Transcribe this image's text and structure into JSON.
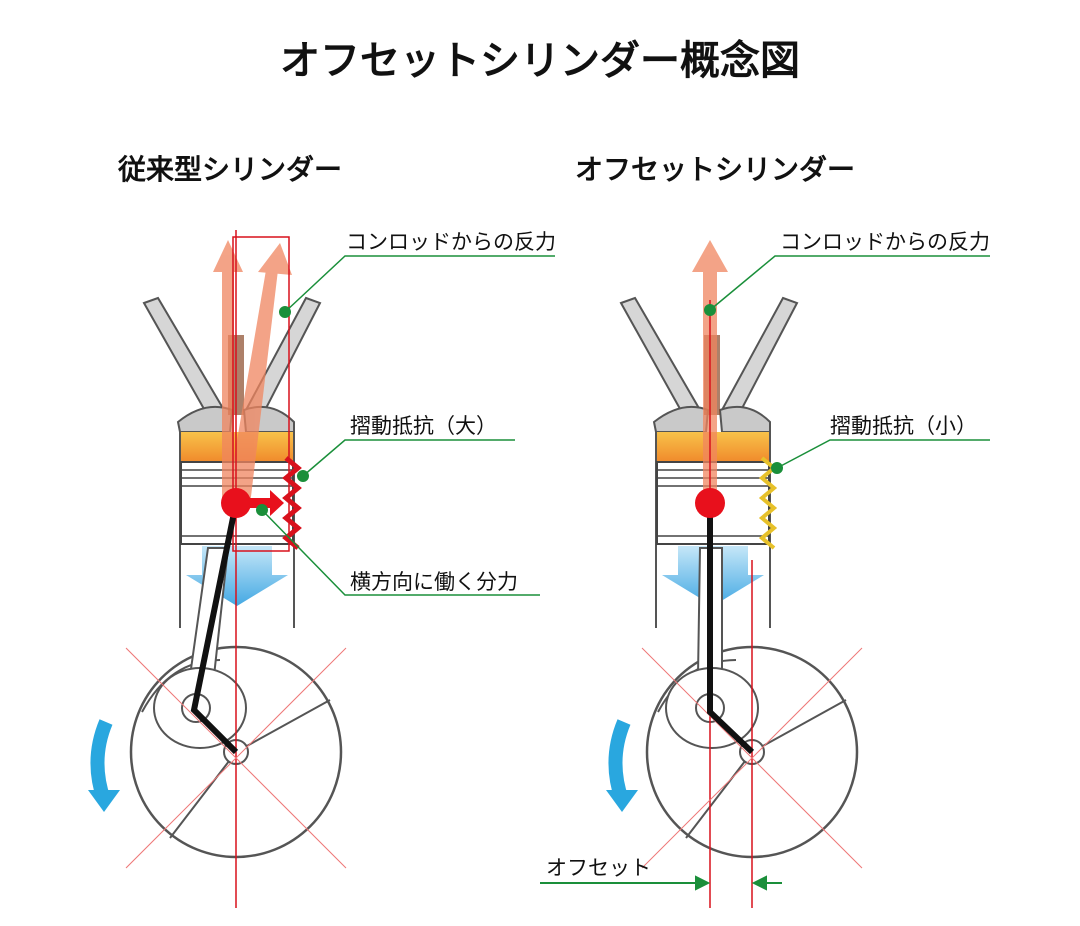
{
  "title": "オフセットシリンダー概念図",
  "left": {
    "heading": "従来型シリンダー",
    "label_force": "コンロッドからの反力",
    "label_friction": "摺動抵抗（大）",
    "label_side": "横方向に働く分力"
  },
  "right": {
    "heading": "オフセットシリンダー",
    "label_force": "コンロッドからの反力",
    "label_friction": "摺動抵抗（小）",
    "label_offset": "オフセット"
  },
  "colors": {
    "reaction_arrow": "#f0855f",
    "piston_gradient_top": "#f7b13a",
    "pin": "#e8101c",
    "friction_high": "#d8111c",
    "friction_low": "#e7c12a",
    "leader": "#1a8f3a",
    "rotation_arrow": "#29a7df",
    "offset_line": "#d8111c"
  }
}
